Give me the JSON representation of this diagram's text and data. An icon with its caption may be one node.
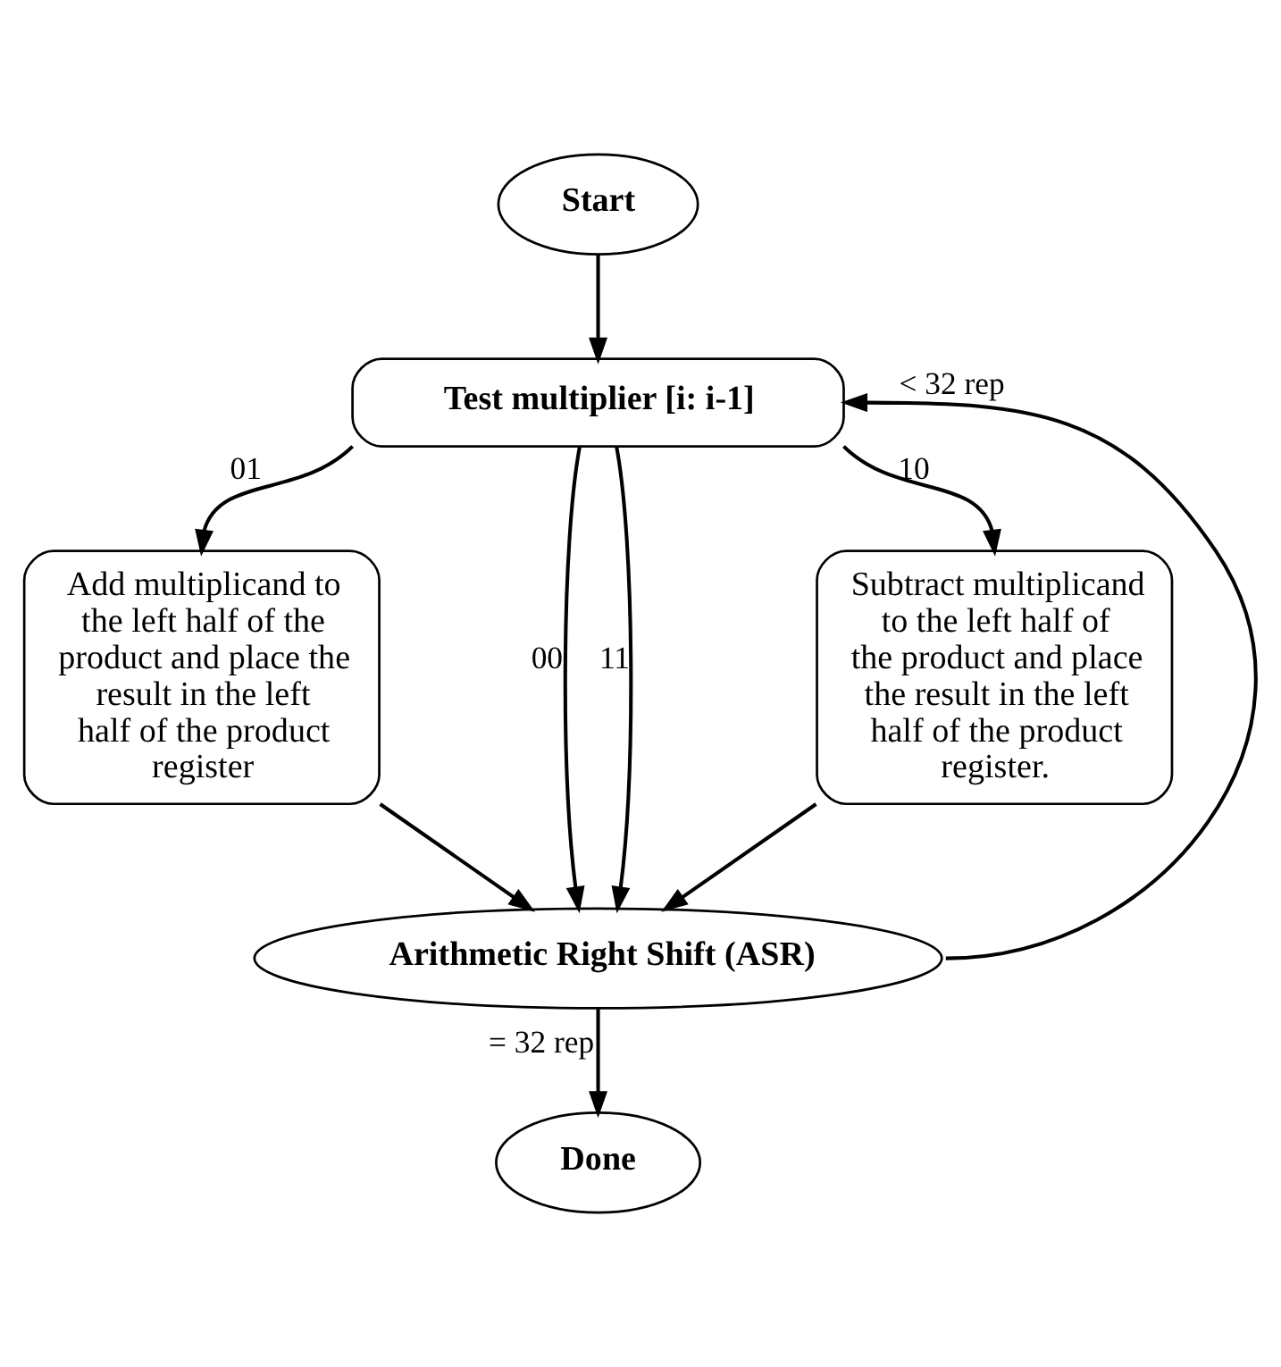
{
  "diagram": {
    "nodes": [
      {
        "text": [
          "Start"
        ]
      },
      {
        "text": [
          "Test multiplier [i: i-1]"
        ]
      },
      {
        "text": [
          "Add multiplicand to the left half of the product and place the result in the left half of the product register"
        ]
      },
      {
        "text": [
          "Subtract multiplicand to the left half of the product and place the result in the left half of the product register."
        ]
      },
      {
        "text": [
          "Arithmetic Right Shift (ASR)"
        ]
      },
      {
        "text": [
          "Done"
        ]
      }
    ],
    "edges": [
      {
        "from": 0,
        "to": 1,
        "arrow": "to"
      },
      {
        "from": 1,
        "to": 2,
        "arrow": "to",
        "label": "01"
      },
      {
        "from": 1,
        "to": 4,
        "arrow": "to",
        "label": "00"
      },
      {
        "from": 1,
        "to": 4,
        "arrow": "to",
        "label": "11"
      },
      {
        "from": 1,
        "to": 3,
        "arrow": "to",
        "label": "10"
      },
      {
        "from": 2,
        "to": 4,
        "arrow": "to"
      },
      {
        "from": 3,
        "to": 4,
        "arrow": "to"
      },
      {
        "from": 4,
        "to": 1,
        "arrow": "to",
        "label": "< 32 rep"
      },
      {
        "from": 4,
        "to": 5,
        "arrow": "to",
        "label": "= 32 rep"
      }
    ]
  }
}
